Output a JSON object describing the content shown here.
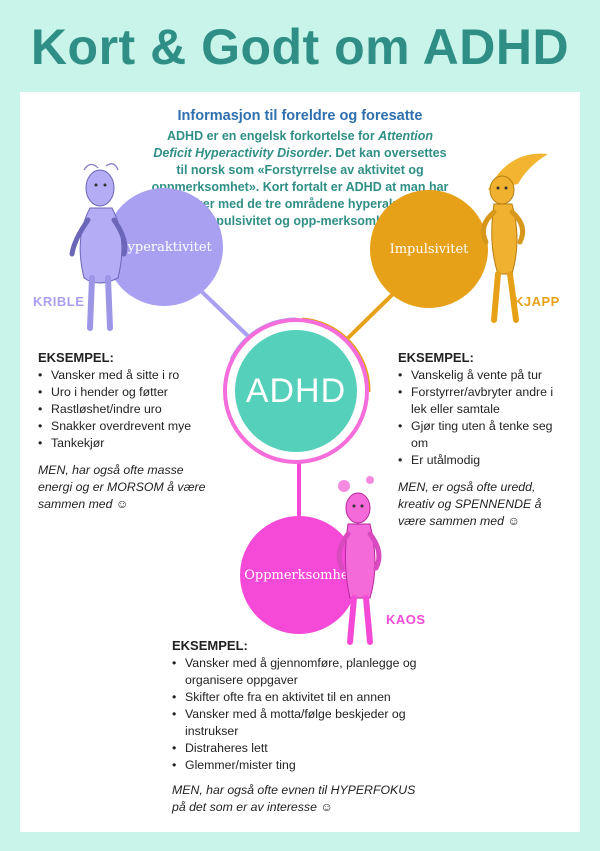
{
  "title": "Kort & Godt om ADHD",
  "intro": {
    "heading": "Informasjon til foreldre og foresatte",
    "line1": "ADHD er en engelsk forkortelse for ",
    "line1_italic": "Attention Deficit Hyperactivity Disorder",
    "line2": ". Det kan oversettes til norsk som «Forstyrrelse av aktivitet og oppmerksomhet». Kort fortalt er ADHD at man har vansker med de tre områdene hyperaktivitet, impulsivitet og opp-merksomhet."
  },
  "center_label": "ADHD",
  "circles": {
    "hyper": "Hyperaktivitet",
    "imp": "Impulsivitet",
    "opp": "Oppmerksomhet"
  },
  "characters": {
    "krible": "KRIBLE",
    "kjapp": "KJAPP",
    "kaos": "KAOS"
  },
  "colors": {
    "background": "#c8f4ea",
    "title": "#2f8f86",
    "hyper": "#a9a0f2",
    "imp": "#e7a119",
    "opp": "#f54ad7",
    "adhd": "#55d0bb",
    "intro_heading": "#2e6fae"
  },
  "left_block": {
    "heading": "EKSEMPEL:",
    "items": [
      "Vansker med å sitte i ro",
      "Uro i hender og føtter",
      "Rastløshet/indre uro",
      "Snakker overdrevent mye",
      "Tankekjør"
    ],
    "note": "MEN, har også ofte masse energi og er MORSOM å være sammen med"
  },
  "right_block": {
    "heading": "EKSEMPEL:",
    "items": [
      "Vanskelig å vente på tur",
      "Forstyrrer/avbryter andre i lek eller samtale",
      "Gjør ting uten å tenke seg om",
      "Er utålmodig"
    ],
    "note": "MEN, er også ofte uredd, kreativ og SPENNENDE å være sammen med"
  },
  "bottom_block": {
    "heading": "EKSEMPEL:",
    "items": [
      "Vansker med å gjennomføre, planlegge og organisere oppgaver",
      "Skifter ofte fra en aktivitet til en annen",
      "Vansker med å motta/følge beskjeder og instrukser",
      "Distraheres lett",
      "Glemmer/mister ting"
    ],
    "note": "MEN, har også ofte evnen til HYPERFOKUS på det som er av interesse"
  },
  "smiley": "☺"
}
